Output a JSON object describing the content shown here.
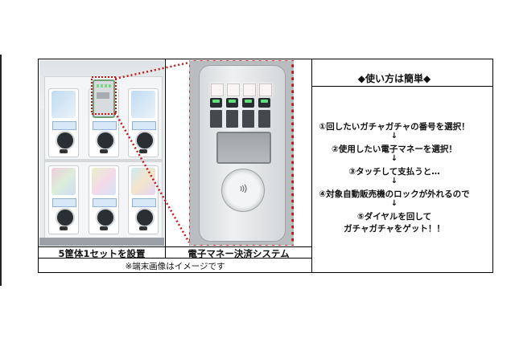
{
  "table": {
    "caption_left": "5筐体1セットを設置",
    "caption_middle": "電子マネー決済システム",
    "note": "※端末画像はイメージです",
    "instructions_title": "◆使い方は簡単◆",
    "steps": [
      "①回したいガチャガチャの番号を選択！",
      "②使用したい電子マネーを選択！",
      "③タッチして支払うと…",
      "④対象自動販売機のロックが外れるので",
      "⑤ダイヤルを回して",
      "ガチャガチャをゲット！！"
    ],
    "arrow": "↓"
  },
  "colors": {
    "highlight_dots": "#c11a1a",
    "button_lights": "#5fe07a"
  },
  "icons": [
    "contactless-icon"
  ]
}
